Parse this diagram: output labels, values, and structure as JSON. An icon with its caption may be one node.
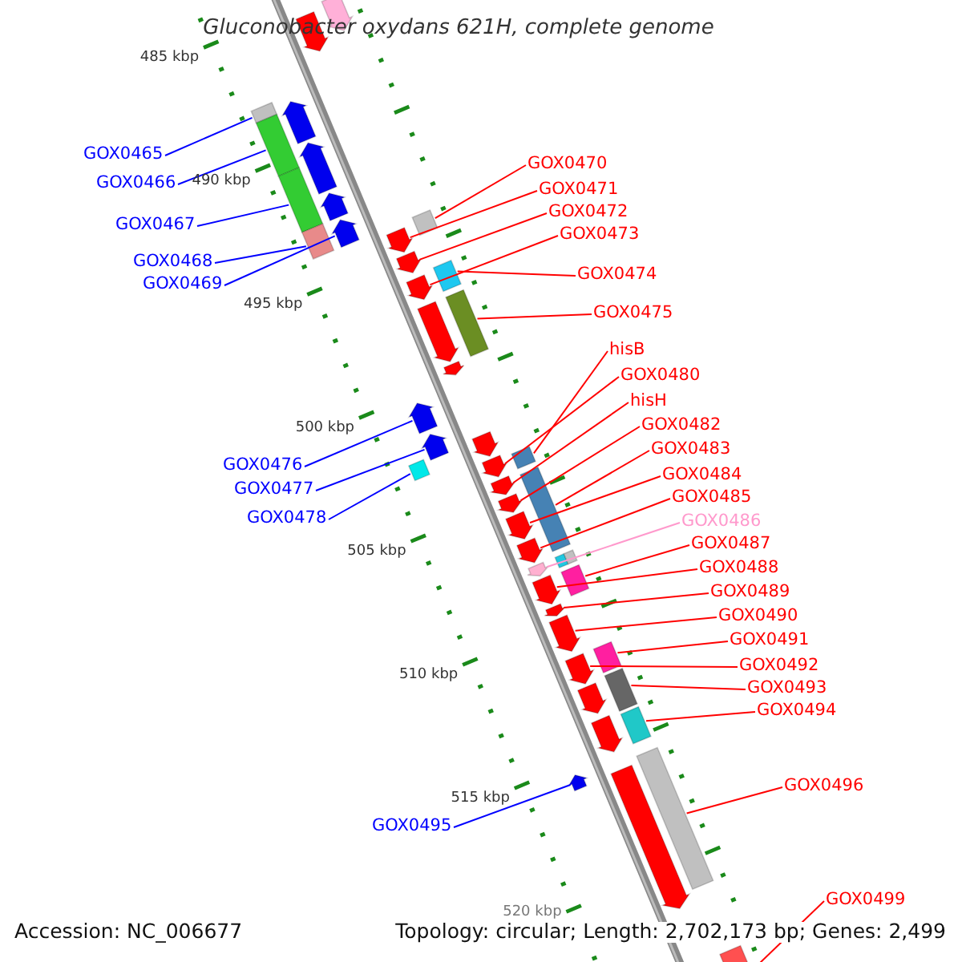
{
  "diagram": {
    "title": "Gluconobacter oxydans 621H, complete genome",
    "nodes": [
      {
        "text": [
          "GOX0465"
        ]
      },
      {
        "text": [],
        "shape": "box"
      },
      {
        "text": [
          "GOX0466"
        ]
      },
      {
        "text": [],
        "shape": "box"
      },
      {
        "text": [
          "GOX0467"
        ]
      },
      {
        "text": [],
        "shape": "box"
      },
      {
        "text": [
          "GOX0468"
        ]
      },
      {
        "text": [],
        "shape": "box"
      },
      {
        "text": [
          "GOX0469"
        ]
      },
      {
        "text": [],
        "shape": "arrow"
      },
      {
        "text": [
          "GOX0476"
        ]
      },
      {
        "text": [],
        "shape": "arrow"
      },
      {
        "text": [
          "GOX0477"
        ]
      },
      {
        "text": [],
        "shape": "arrow"
      },
      {
        "text": [
          "GOX0478"
        ]
      },
      {
        "text": [],
        "shape": "box"
      },
      {
        "text": [
          "GOX0495"
        ]
      },
      {
        "text": [],
        "shape": "arrow"
      },
      {
        "text": [
          "GOX0470"
        ]
      },
      {
        "text": [],
        "shape": "box"
      },
      {
        "text": [
          "GOX0471"
        ]
      },
      {
        "text": [],
        "shape": "arrow"
      },
      {
        "text": [
          "GOX0472"
        ]
      },
      {
        "text": [],
        "shape": "arrow"
      },
      {
        "text": [
          "GOX0473"
        ]
      },
      {
        "text": [],
        "shape": "arrow"
      },
      {
        "text": [
          "GOX0474"
        ]
      },
      {
        "text": [],
        "shape": "box"
      },
      {
        "text": [
          "GOX0475"
        ]
      },
      {
        "text": [],
        "shape": "box"
      },
      {
        "text": [
          "hisB"
        ]
      },
      {
        "text": [],
        "shape": "box"
      },
      {
        "text": [
          "GOX0480"
        ]
      },
      {
        "text": [],
        "shape": "arrow"
      },
      {
        "text": [
          "hisH"
        ]
      },
      {
        "text": [],
        "shape": "arrow"
      },
      {
        "text": [
          "GOX0482"
        ]
      },
      {
        "text": [],
        "shape": "arrow"
      },
      {
        "text": [
          "GOX0483"
        ]
      },
      {
        "text": [],
        "shape": "box"
      },
      {
        "text": [
          "GOX0484"
        ]
      },
      {
        "text": [],
        "shape": "arrow"
      },
      {
        "text": [
          "GOX0485"
        ]
      },
      {
        "text": [],
        "shape": "arrow"
      },
      {
        "text": [
          "GOX0486"
        ]
      },
      {
        "text": [],
        "shape": "arrow"
      },
      {
        "text": [
          "GOX0487"
        ]
      },
      {
        "text": [],
        "shape": "box"
      },
      {
        "text": [
          "GOX0488"
        ]
      },
      {
        "text": [],
        "shape": "arrow"
      },
      {
        "text": [
          "GOX0489"
        ]
      },
      {
        "text": [],
        "shape": "arrow"
      },
      {
        "text": [
          "GOX0490"
        ]
      },
      {
        "text": [],
        "shape": "arrow"
      },
      {
        "text": [
          "GOX0491"
        ]
      },
      {
        "text": [],
        "shape": "box"
      },
      {
        "text": [
          "GOX0492"
        ]
      },
      {
        "text": [],
        "shape": "arrow"
      },
      {
        "text": [
          "GOX0493"
        ]
      },
      {
        "text": [],
        "shape": "box"
      },
      {
        "text": [
          "GOX0494"
        ]
      },
      {
        "text": [],
        "shape": "box"
      },
      {
        "text": [
          "GOX0496"
        ]
      },
      {
        "text": [],
        "shape": "box"
      },
      {
        "text": [
          "GOX0499"
        ]
      },
      {
        "text": [],
        "shape": "arrow"
      },
      {
        "text": [],
        "shape": "arrow"
      },
      {
        "text": [],
        "shape": "arrow"
      },
      {
        "text": [],
        "shape": "arrow"
      },
      {
        "text": [],
        "shape": "arrow"
      },
      {
        "text": [],
        "shape": "arrow"
      },
      {
        "text": [],
        "shape": "arrow"
      },
      {
        "text": [],
        "shape": "arrow"
      },
      {
        "text": [],
        "shape": "arrow"
      },
      {
        "text": [],
        "shape": "box"
      },
      {
        "text": [],
        "shape": "box"
      },
      {
        "text": [],
        "shape": "arrow"
      },
      {
        "text": [],
        "shape": "arrow"
      },
      {
        "text": [],
        "shape": "arrow"
      }
    ],
    "edges": [
      {
        "from": 0,
        "to": 1,
        "arrow": "none",
        "color": "#0000ff"
      },
      {
        "from": 2,
        "to": 3,
        "arrow": "none",
        "color": "#0000ff"
      },
      {
        "from": 4,
        "to": 5,
        "arrow": "none",
        "color": "#0000ff"
      },
      {
        "from": 6,
        "to": 7,
        "arrow": "none",
        "color": "#0000ff"
      },
      {
        "from": 8,
        "to": 9,
        "arrow": "none",
        "color": "#0000ff"
      },
      {
        "from": 10,
        "to": 11,
        "arrow": "none",
        "color": "#0000ff"
      },
      {
        "from": 12,
        "to": 13,
        "arrow": "none",
        "color": "#0000ff"
      },
      {
        "from": 14,
        "to": 15,
        "arrow": "none",
        "color": "#0000ff"
      },
      {
        "from": 16,
        "to": 17,
        "arrow": "none",
        "color": "#0000ff"
      },
      {
        "from": 18,
        "to": 19,
        "arrow": "none"
      },
      {
        "from": 20,
        "to": 21,
        "arrow": "none"
      },
      {
        "from": 22,
        "to": 23,
        "arrow": "none"
      },
      {
        "from": 24,
        "to": 25,
        "arrow": "none"
      },
      {
        "from": 26,
        "to": 27,
        "arrow": "none"
      },
      {
        "from": 28,
        "to": 29,
        "arrow": "none"
      },
      {
        "from": 30,
        "to": 31,
        "arrow": "none"
      },
      {
        "from": 32,
        "to": 33,
        "arrow": "none"
      },
      {
        "from": 34,
        "to": 35,
        "arrow": "none"
      },
      {
        "from": 36,
        "to": 37,
        "arrow": "none"
      },
      {
        "from": 38,
        "to": 39,
        "arrow": "none"
      },
      {
        "from": 40,
        "to": 41,
        "arrow": "none"
      },
      {
        "from": 42,
        "to": 43,
        "arrow": "none"
      },
      {
        "from": 44,
        "to": 45,
        "arrow": "none",
        "color": "#ff99cc"
      },
      {
        "from": 46,
        "to": 47,
        "arrow": "none"
      },
      {
        "from": 48,
        "to": 49,
        "arrow": "none"
      },
      {
        "from": 50,
        "to": 51,
        "arrow": "none"
      },
      {
        "from": 52,
        "to": 53,
        "arrow": "none"
      },
      {
        "from": 54,
        "to": 55,
        "arrow": "none"
      },
      {
        "from": 56,
        "to": 57,
        "arrow": "none"
      },
      {
        "from": 58,
        "to": 59,
        "arrow": "none"
      },
      {
        "from": 60,
        "to": 61,
        "arrow": "none"
      },
      {
        "from": 62,
        "to": 63,
        "arrow": "none"
      },
      {
        "from": 64,
        "to": 65,
        "arrow": "none"
      }
    ],
    "labels": [
      "485 kbp",
      "490 kbp",
      "495 kbp",
      "500 kbp",
      "505 kbp",
      "510 kbp",
      "515 kbp",
      "520 kbp",
      "Accession: NC_006677",
      "Topology: circular; Length: 2,702,173 bp; Genes: 2,499"
    ]
  }
}
